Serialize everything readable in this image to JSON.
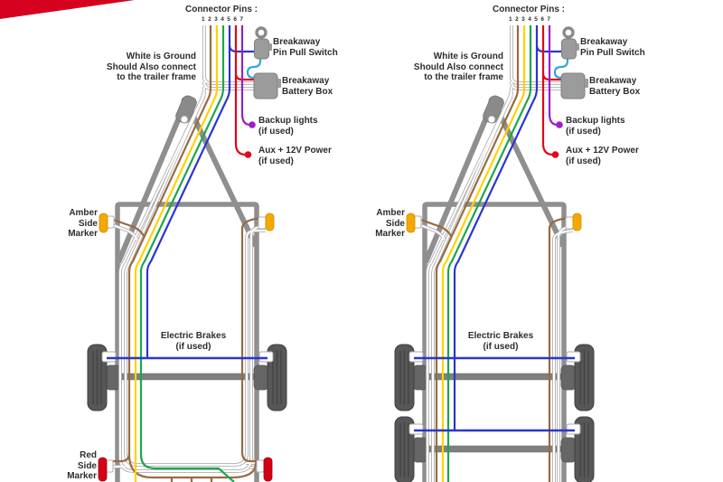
{
  "accent": {
    "corner_ribbon_red": "#d6001f",
    "background": "#ffffff",
    "text_color": "#2d2d2d"
  },
  "wires": {
    "white": "#ffffff",
    "white_outline": "#b0b0b0",
    "brown": "#9a6a41",
    "yellow": "#ffd200",
    "green": "#1ca64c",
    "blue": "#2b35cf",
    "red": "#e30617",
    "purple": "#9b1fc8",
    "cyan": "#2fa8e0",
    "frame_gray": "#8f8f8f",
    "amber_marker": "#f5a800",
    "red_marker": "#d40018"
  },
  "labels": {
    "connector_pins": "Connector Pins :",
    "pin_numbers": [
      "1",
      "2",
      "3",
      "4",
      "5",
      "6",
      "7"
    ],
    "ground_note_line1": "White is Ground",
    "ground_note_line2": "Should Also connect",
    "ground_note_line3": "to the trailer frame",
    "breakaway_switch_line1": "Breakaway",
    "breakaway_switch_line2": "Pin Pull Switch",
    "breakaway_battery_line1": "Breakaway",
    "breakaway_battery_line2": "Battery Box",
    "backup_lights_line1": "Backup lights",
    "backup_lights_line2": "(if used)",
    "aux_power_line1": "Aux + 12V Power",
    "aux_power_line2": "(if used)",
    "amber_marker_line1": "Amber",
    "amber_marker_line2": "Side",
    "amber_marker_line3": "Marker",
    "electric_brakes_line1": "Electric Brakes",
    "electric_brakes_line2": "(if used)",
    "red_marker_line1": "Red",
    "red_marker_line2": "Side",
    "red_marker_line3": "Marker"
  },
  "diagrams": [
    {
      "id": "left-trailer",
      "axle_config": "single-axle"
    },
    {
      "id": "right-trailer",
      "axle_config": "tandem-axle"
    }
  ]
}
